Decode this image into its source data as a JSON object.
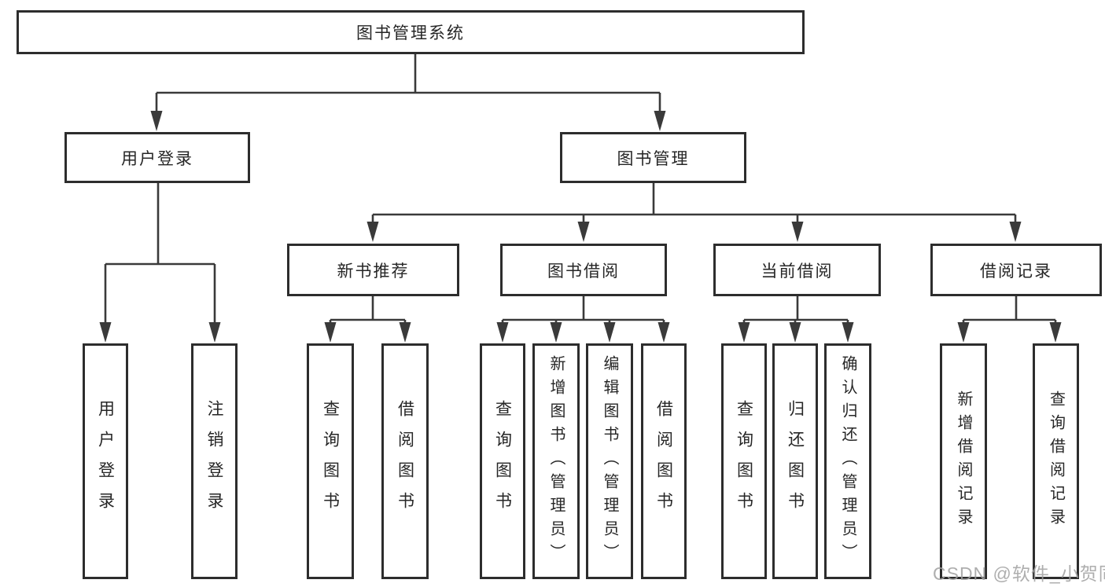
{
  "colors": {
    "box_border": "#2d2d2d",
    "connector": "#3a3a3a",
    "text": "#262626",
    "watermark": "#a1a1a1"
  },
  "tree": {
    "root": "图书管理系统",
    "level2": [
      "用户登录",
      "图书管理"
    ],
    "level3": [
      "新书推荐",
      "图书借阅",
      "当前借阅",
      "借阅记录"
    ],
    "leaves": {
      "user_login": [
        "用户登录",
        "注销登录"
      ],
      "new_book_recommend": [
        "查询图书",
        "借阅图书"
      ],
      "book_borrow": [
        "查询图书",
        "新增图书（管理员）",
        "编辑图书（管理员）",
        "借阅图书"
      ],
      "current_borrow": [
        "查询图书",
        "归还图书",
        "确认归还（管理员）"
      ],
      "borrow_records": [
        "新增借阅记录",
        "查询借阅记录"
      ]
    }
  },
  "watermark": {
    "text": "CSDN @软件_小贺同学"
  }
}
